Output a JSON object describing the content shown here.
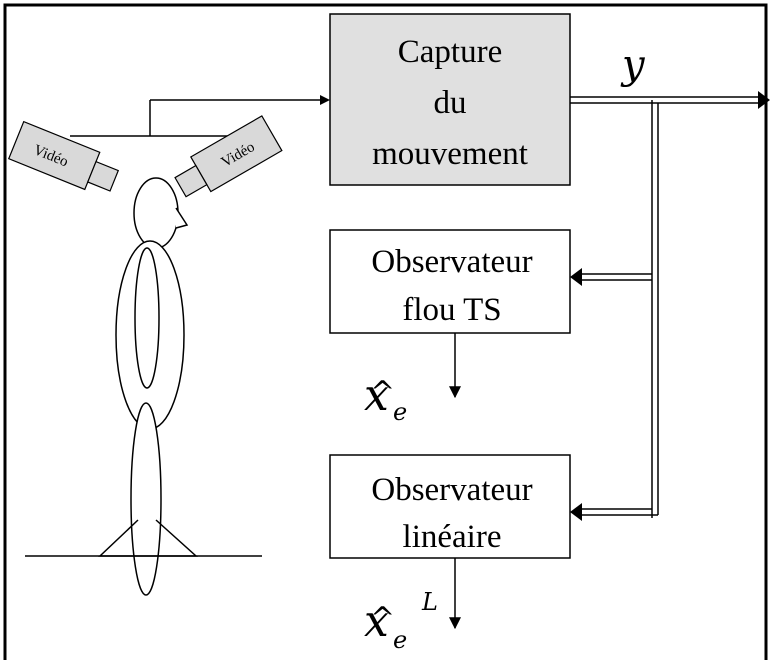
{
  "capture_box": {
    "line1": "Capture",
    "line2": "du",
    "line3": "mouvement",
    "fill": "#e0e0e0"
  },
  "output_label": "y",
  "observer_ts": {
    "line1": "Observateur",
    "line2": "flou TS"
  },
  "observer_lin": {
    "line1": "Observateur",
    "line2": "linéaire"
  },
  "estimate_ts": {
    "hat": "^",
    "symbol": "x",
    "subscript": "e"
  },
  "estimate_lin": {
    "hat": "^",
    "symbol": "x",
    "subscript": "e",
    "superscript": "L"
  },
  "camera_left_label": "Vidéo",
  "camera_right_label": "Vidéo"
}
